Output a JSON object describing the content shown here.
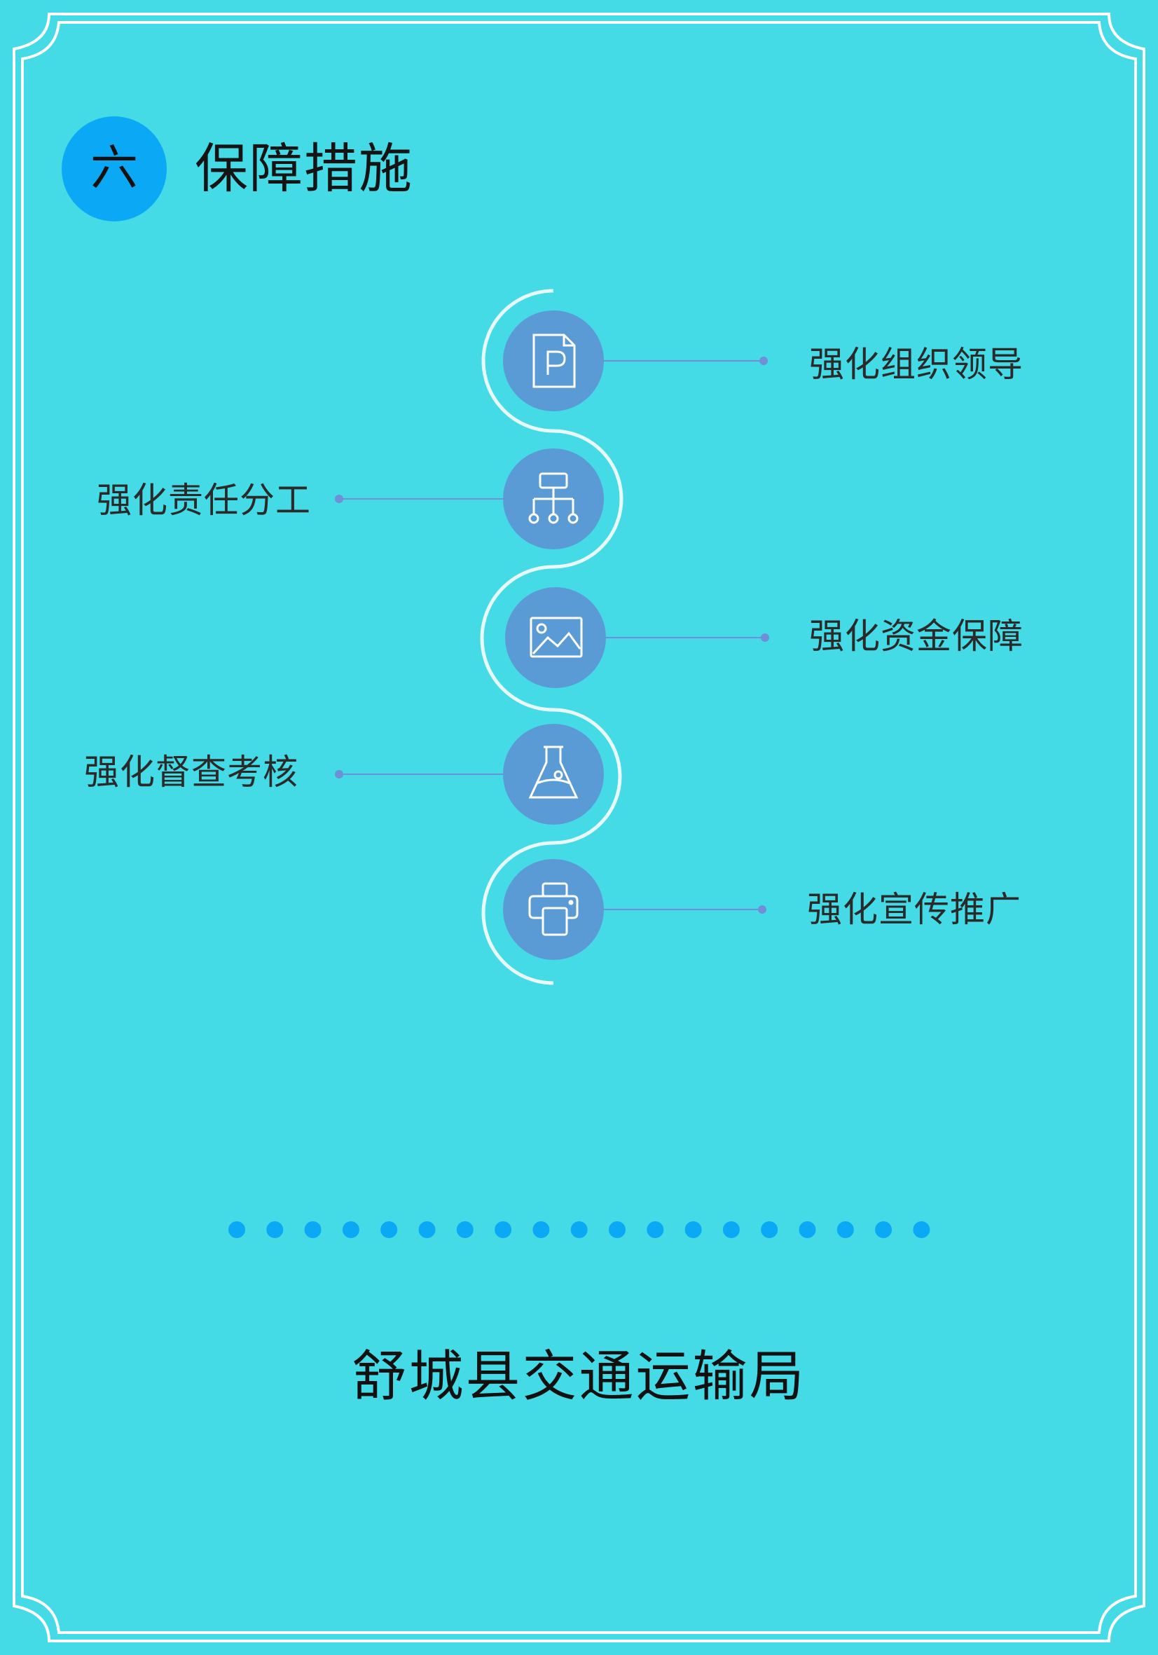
{
  "section": {
    "number": "六",
    "title": "保障措施"
  },
  "steps": [
    {
      "label": "强化组织领导",
      "icon": "document-p-icon"
    },
    {
      "label": "强化责任分工",
      "icon": "org-chart-icon"
    },
    {
      "label": "强化资金保障",
      "icon": "image-icon"
    },
    {
      "label": "强化督查考核",
      "icon": "flask-icon"
    },
    {
      "label": "强化宣传推广",
      "icon": "printer-icon"
    }
  ],
  "footer": {
    "organization": "舒城县交通运输局"
  },
  "colors": {
    "background": "#44dbe7",
    "badge": "#0aa8f5",
    "step_circle": "#5b9bd5",
    "connector": "#6f8fd6",
    "dots": "#0aa8f5",
    "frame": "#ffffff"
  }
}
